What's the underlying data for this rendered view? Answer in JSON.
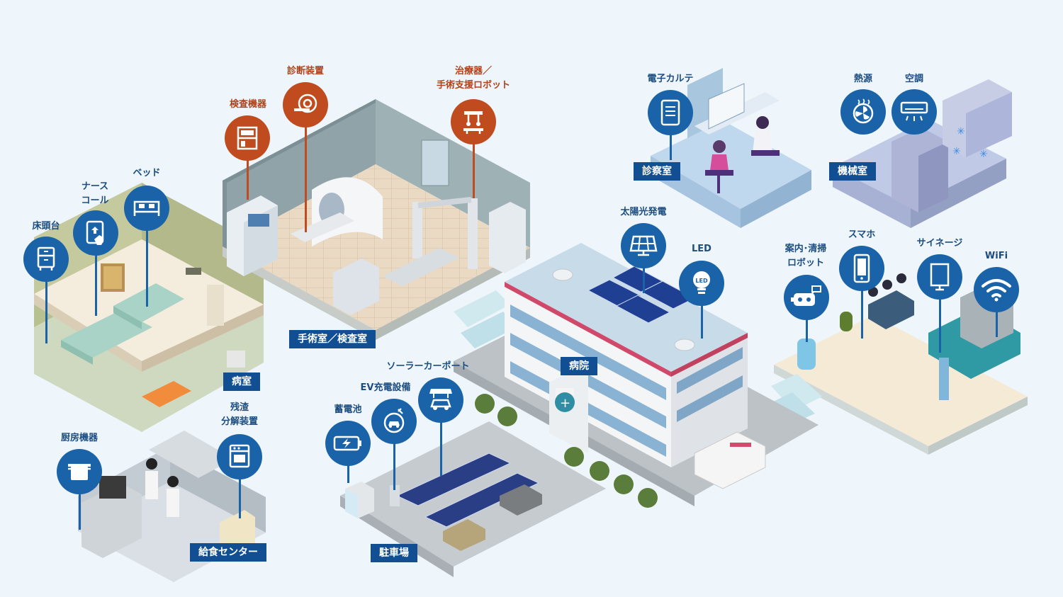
{
  "areas": {
    "patient_room": "病室",
    "surgery_room": "手術室／検査室",
    "exam_room": "診察室",
    "machine_room": "機械室",
    "hospital": "病院",
    "parking": "駐車場",
    "kitchen_center": "給食センター"
  },
  "devices": {
    "bedside_table": "床頭台",
    "nurse_call_1": "ナース",
    "nurse_call_2": "コール",
    "bed": "ベッド",
    "inspection_equipment": "検査機器",
    "diagnostic_device": "診断装置",
    "treatment_1": "治療器／",
    "treatment_2": "手術支援ロボット",
    "ehr": "電子カルテ",
    "heat_source": "熱源",
    "air_conditioning": "空調",
    "solar_power": "太陽光発電",
    "led": "LED",
    "guide_robot_1": "案内･清掃",
    "guide_robot_2": "ロボット",
    "smartphone": "スマホ",
    "signage": "サイネージ",
    "wifi": "WiFi",
    "solar_carport": "ソーラーカーポート",
    "ev_charger": "EV充電設備",
    "battery": "蓄電池",
    "kitchen_equipment": "厨房機器",
    "residue_1": "残渣",
    "residue_2": "分解装置"
  },
  "icons": {
    "bedside_table": "cabinet-icon",
    "nurse_call": "nurse-call-icon",
    "bed": "bed-icon",
    "inspection": "analyzer-icon",
    "diagnostic": "mri-icon",
    "treatment": "surgical-robot-icon",
    "ehr": "tablet-icon",
    "heat": "fan-heat-icon",
    "aircon": "air-conditioner-icon",
    "solar": "solar-panel-icon",
    "led": "led-bulb-icon",
    "robot": "robot-icon",
    "smartphone": "smartphone-icon",
    "signage": "signage-icon",
    "wifi": "wifi-icon",
    "carport": "solar-carport-icon",
    "ev": "ev-charger-icon",
    "battery": "battery-icon",
    "kitchen": "pot-icon",
    "residue": "disposer-icon"
  },
  "colors": {
    "background": "#eef6fb",
    "pin_blue": "#1a63a9",
    "pin_orange": "#bf4b1f",
    "tag_navy": "#124f92"
  }
}
